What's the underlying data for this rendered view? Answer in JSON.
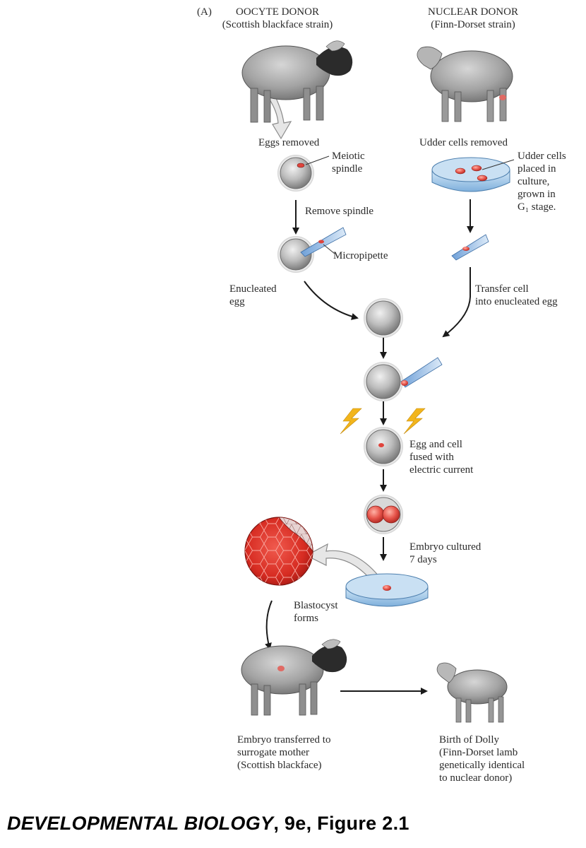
{
  "panel": "(A)",
  "oocyte_donor": {
    "title": "OOCYTE DONOR",
    "strain": "(Scottish blackface strain)"
  },
  "nuclear_donor": {
    "title": "NUCLEAR DONOR",
    "strain": "(Finn-Dorset strain)"
  },
  "labels": {
    "eggs_removed": "Eggs removed",
    "meiotic_spindle": "Meiotic\nspindle",
    "udder_cells_removed": "Udder cells removed",
    "udder_cells_culture": "Udder cells\nplaced in\nculture,\ngrown in\nG₁ stage.",
    "remove_spindle": "Remove spindle",
    "micropipette": "Micropipette",
    "enucleated_egg": "Enucleated\negg",
    "transfer_cell": "Transfer cell\ninto enucleated egg",
    "egg_cell_fused": "Egg and cell\nfused with\nelectric current",
    "embryo_cultured": "Embryo cultured\n7 days",
    "blastocyst_forms": "Blastocyst\nforms",
    "embryo_transferred": "Embryo transferred to\nsurrogate mother\n(Scottish blackface)",
    "birth_of_dolly": "Birth of Dolly\n(Finn-Dorset lamb\ngenetically identical\nto nuclear donor)"
  },
  "caption": {
    "book": "DEVELOPMENTAL BIOLOGY",
    "rest": ", 9e, Figure 2.1"
  },
  "colors": {
    "arrow": "#1a1a1a",
    "egg_gray": "#a8a8a8",
    "dish_blue": "#9cc4e6",
    "cell_red": "#e0443c",
    "bolt_yellow": "#f2b51c",
    "sheep_body": "#9a9a9a",
    "sheep_dark": "#2b2b2b"
  }
}
